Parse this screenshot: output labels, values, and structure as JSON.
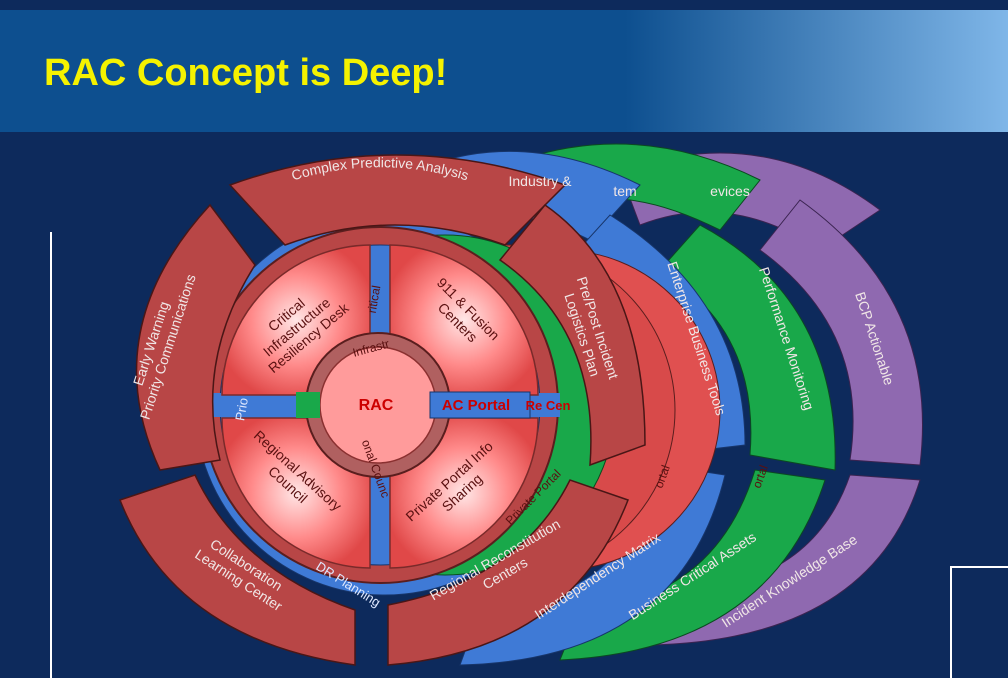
{
  "slide": {
    "title": "RAC Concept is Deep!",
    "colors": {
      "background": "#0d2a5c",
      "title": "#f5f200",
      "red": "#b84646",
      "blue": "#3f7ad6",
      "green": "#19a84a",
      "purple": "#8f69b0"
    }
  },
  "diagram": {
    "center": "RAC",
    "portal": "RAC Portal",
    "inner_quadrants": [
      "Critical Infrastructure Resiliency Desk",
      "911 & Fusion Centers",
      "Regional Advisory Council",
      "Private Portal Info Sharing"
    ],
    "outer_ring_red": [
      "Complex Predictive Analysis",
      "Early Warning Priority Communications",
      "Collaboration Learning Center",
      "Regional Reconstitution Centers",
      "Pre/Post Incident Logistics Plan"
    ],
    "outer_ring_blue": [
      "Enterprise Business Tools",
      "Interdependency Matrix",
      "Industry &"
    ],
    "outer_ring_green": [
      "Performance Monitoring",
      "Business Critical Assets",
      "tem"
    ],
    "outer_ring_purple": [
      "BCP Actionable",
      "Incident Knowledge Base",
      "evices"
    ],
    "partial_labels": {
      "dr_planning": "DR Planning",
      "prio": "Prio",
      "ritical": "ritical",
      "infrastr": "Infrastr",
      "onal_counc": "onal Counc",
      "regional_cen": "Re Cen",
      "private_portal": "Private Portal",
      "ortal_blue": "ortal",
      "ortal_green": "ortal"
    }
  }
}
